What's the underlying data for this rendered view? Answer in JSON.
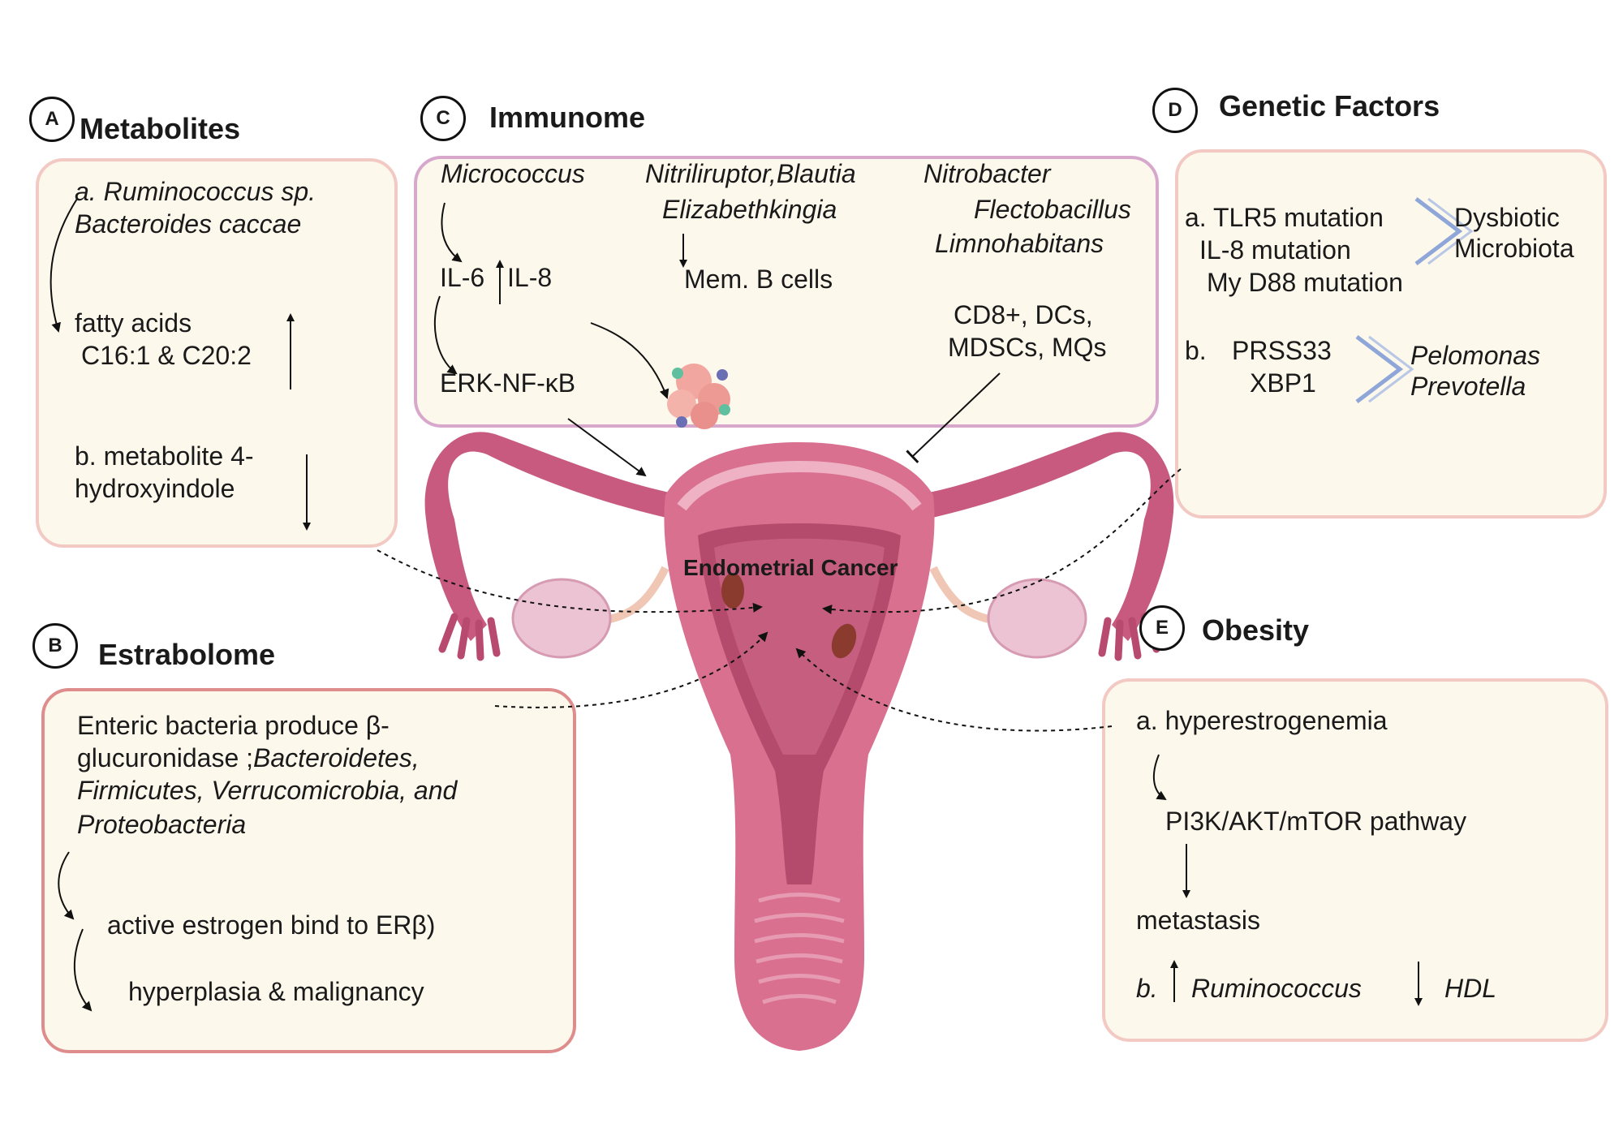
{
  "metabolites": {
    "badge": "A",
    "title": "Metabolites",
    "bacteria1": "a. Ruminococcus sp.",
    "bacteria2": "Bacteroides caccae",
    "fatty1": "fatty acids",
    "fatty2": "C16:1 & C20:2",
    "b1": "b. metabolite 4-",
    "b2": "hydroxyindole"
  },
  "estrabolome": {
    "badge": "B",
    "title": "Estrabolome",
    "line1": "Enteric bacteria produce β-",
    "line2a": "glucuronidase ;",
    "line2b": "Bacteroidetes,",
    "line3": "Firmicutes, Verrucomicrobia, and",
    "line4": "Proteobacteria",
    "step1": "active estrogen bind to ERβ)",
    "step2": "hyperplasia & malignancy"
  },
  "immunome": {
    "badge": "C",
    "title": "Immunome",
    "micrococcus": "Micrococcus",
    "il6": "IL-6",
    "il8": "IL-8",
    "erk": "ERK-NF-κB",
    "nitri": "Nitriliruptor,Blautia",
    "elizabeth": "Elizabethkingia",
    "memb": "Mem. B cells",
    "nitrobacter": "Nitrobacter",
    "flecto": "Flectobacillus",
    "limno": "Limnohabitans",
    "cd8": "CD8+, DCs,",
    "mdsc": "MDSCs, MQs"
  },
  "genetic": {
    "badge": "D",
    "title": "Genetic Factors",
    "tlr5": "a. TLR5 mutation",
    "il8m": "IL-8 mutation",
    "myd88": "My D88  mutation",
    "dys1": "Dysbiotic",
    "dys2": "Microbiota",
    "b": "b.",
    "prss": "PRSS33",
    "xbp": "XBP1",
    "pelo": "Pelomonas",
    "prev": "Prevotella"
  },
  "obesity": {
    "badge": "E",
    "title": "Obesity",
    "a": "a. hyperestrogenemia",
    "pi3k": "PI3K/AKT/mTOR pathway",
    "meta": "metastasis",
    "b": "b.",
    "rumi": "Ruminococcus",
    "hdl": "HDL"
  },
  "center": {
    "label": "Endometrial Cancer"
  },
  "colors": {
    "panel_fill": "#fdf8ec",
    "panel_border": "#f3c9c4",
    "immunome_border": "#d7a8cc",
    "estrabolome_border": "#de8c8c",
    "uterus": "#c75a7e",
    "uterus_light": "#e89cb4",
    "ovary": "#ecc3d2",
    "chevron": "#8fa6d8"
  }
}
